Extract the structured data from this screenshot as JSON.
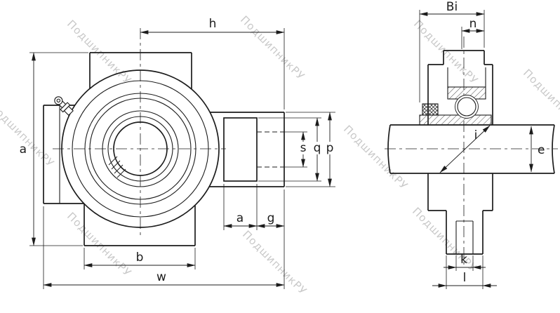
{
  "watermark": {
    "text": "ПодшипникРУ",
    "color": "#c9c9c9"
  },
  "front_view": {
    "dim_h": "h",
    "dim_a_height": "a",
    "dim_s": "s",
    "dim_q": "q",
    "dim_p": "p",
    "dim_a_slot": "a",
    "dim_g": "g",
    "dim_b": "b",
    "dim_w": "w"
  },
  "side_view": {
    "dim_bi": "Bi",
    "dim_n": "n",
    "dim_i": "i",
    "dim_e": "e",
    "dim_k": "k",
    "dim_l": "l"
  },
  "colors": {
    "line": "#1c1c1c",
    "background": "#ffffff"
  }
}
